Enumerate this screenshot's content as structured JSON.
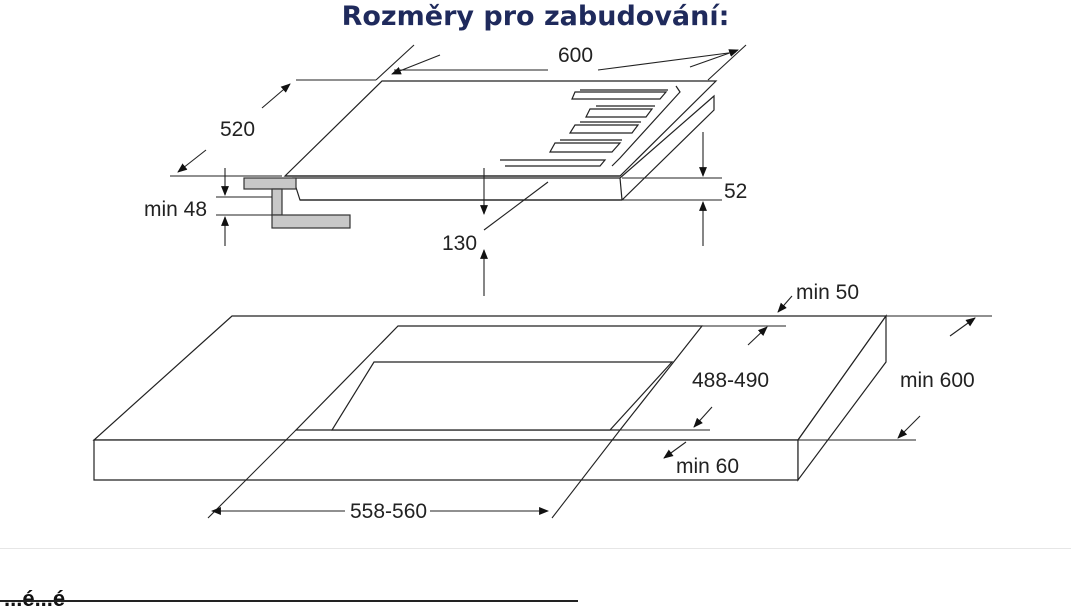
{
  "title": "Rozměry pro zabudování:",
  "hob": {
    "width_label": "600",
    "depth_label": "520",
    "height_label": "52",
    "clearance_label": "130",
    "min_worktop_label": "min 48"
  },
  "worktop": {
    "min_back_label": "min 50",
    "cutout_depth_label": "488-490",
    "min_depth_label": "min 600",
    "min_front_label": "min 60",
    "cutout_width_label": "558-560"
  },
  "footer_fragment": "...é...é"
}
